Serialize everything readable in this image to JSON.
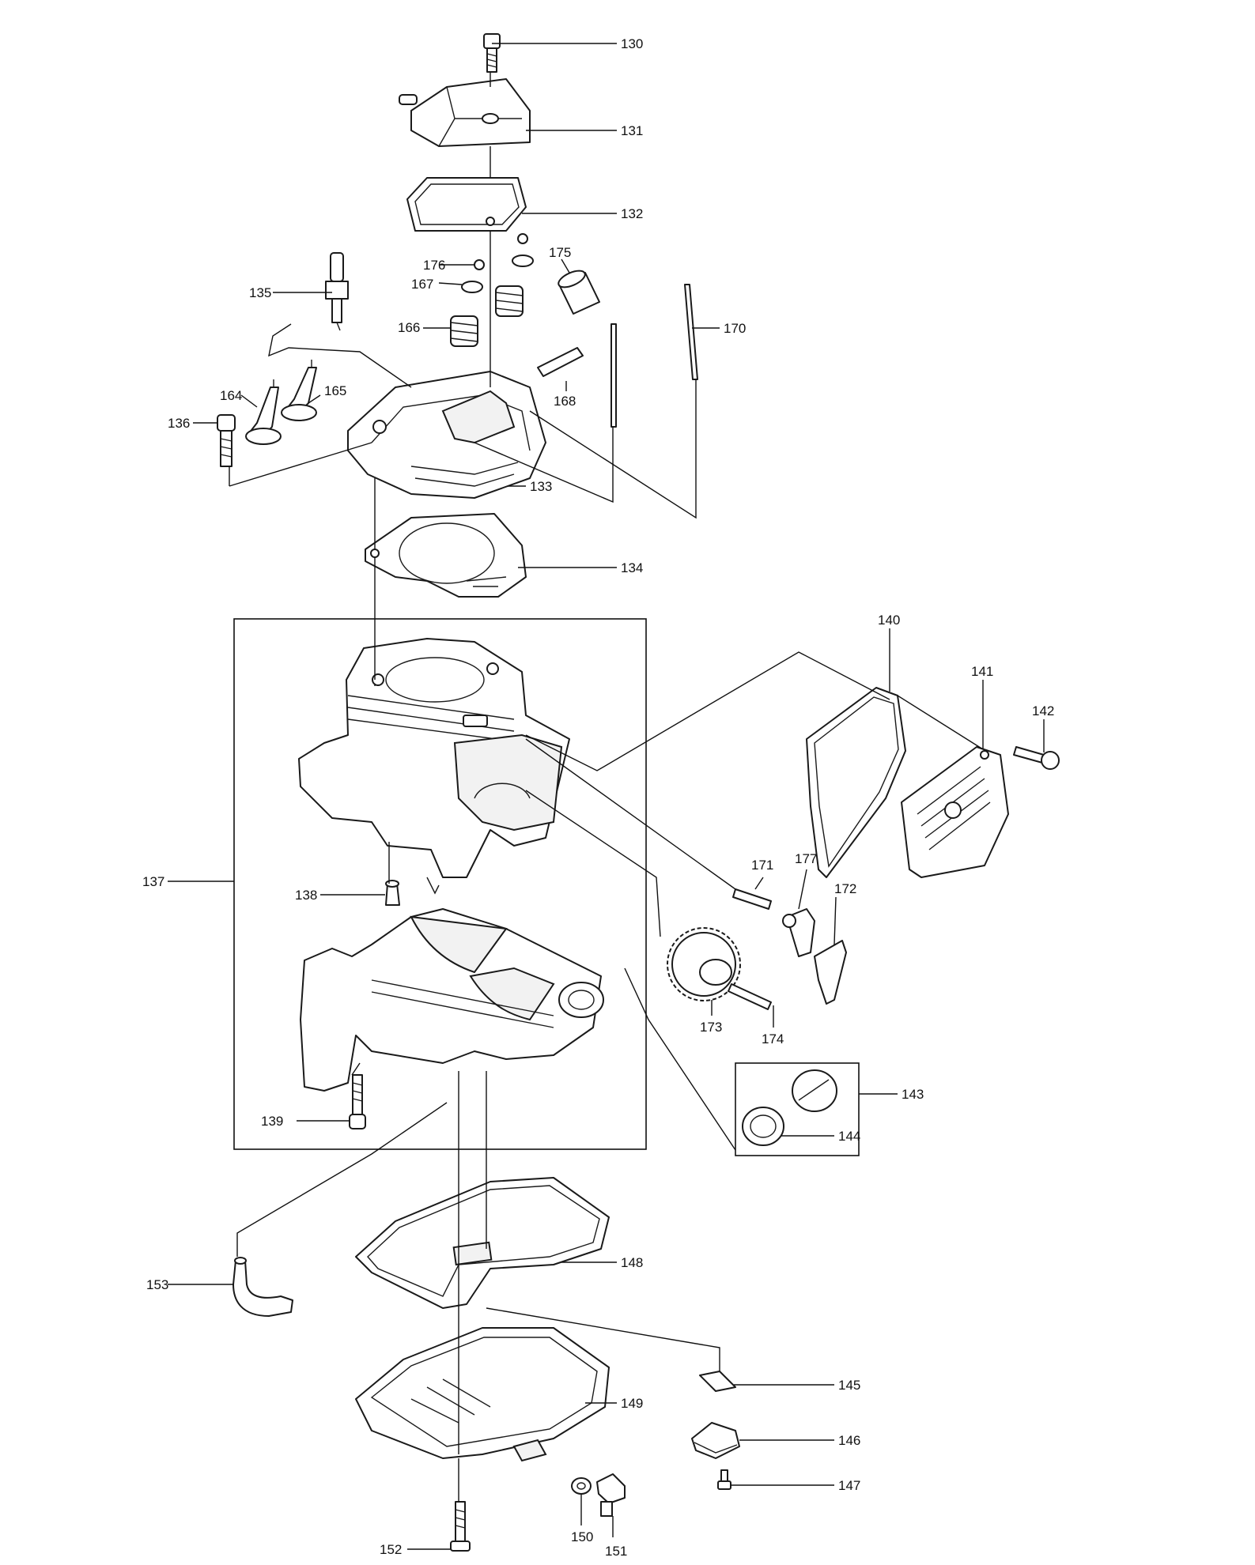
{
  "callouts": {
    "p130": "130",
    "p131": "131",
    "p132": "132",
    "p133": "133",
    "p134": "134",
    "p135": "135",
    "p136": "136",
    "p137": "137",
    "p138": "138",
    "p139": "139",
    "p140": "140",
    "p141": "141",
    "p142": "142",
    "p143": "143",
    "p144": "144",
    "p145": "145",
    "p146": "146",
    "p147": "147",
    "p148": "148",
    "p149": "149",
    "p150": "150",
    "p151": "151",
    "p152": "152",
    "p153": "153",
    "p164": "164",
    "p165": "165",
    "p166": "166",
    "p167": "167",
    "p168": "168",
    "p170": "170",
    "p171": "171",
    "p172": "172",
    "p173": "173",
    "p174": "174",
    "p175": "175",
    "p176": "176",
    "p177": "177"
  }
}
